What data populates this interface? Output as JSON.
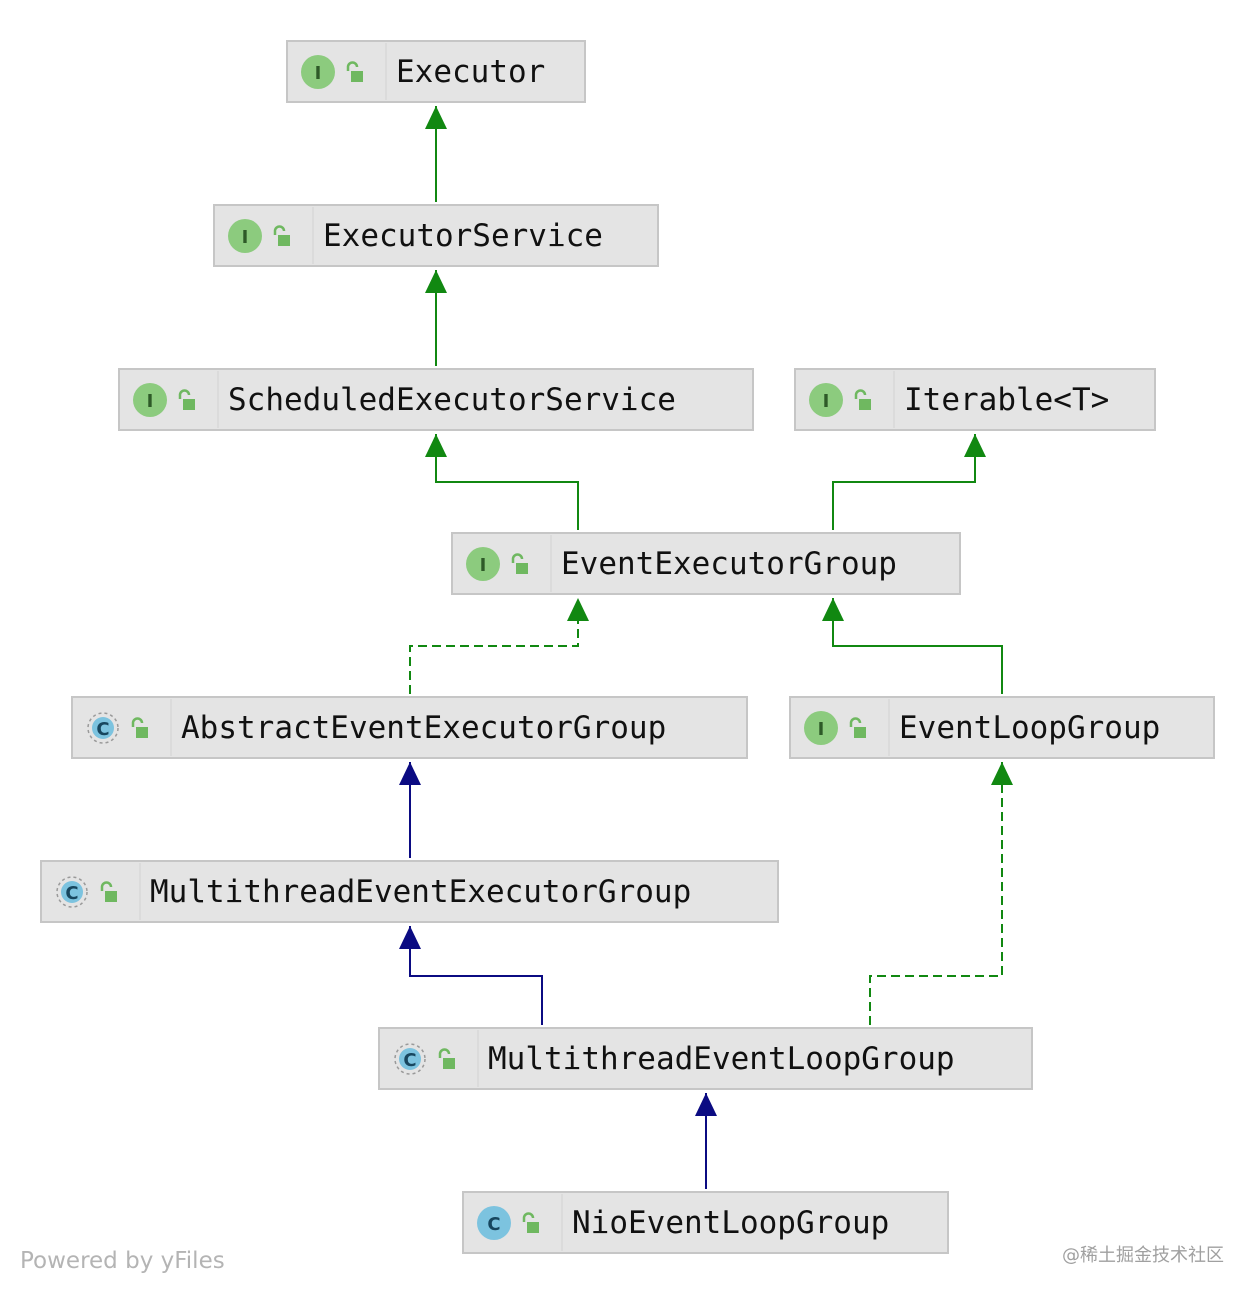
{
  "diagram": {
    "nodes": [
      {
        "id": "executor",
        "label": "Executor",
        "kind": "interface"
      },
      {
        "id": "executor_service",
        "label": "ExecutorService",
        "kind": "interface"
      },
      {
        "id": "scheduled_executor_service",
        "label": "ScheduledExecutorService",
        "kind": "interface"
      },
      {
        "id": "iterable",
        "label": "Iterable<T>",
        "kind": "interface"
      },
      {
        "id": "event_executor_group",
        "label": "EventExecutorGroup",
        "kind": "interface"
      },
      {
        "id": "abstract_event_executor_group",
        "label": "AbstractEventExecutorGroup",
        "kind": "abstract-class"
      },
      {
        "id": "event_loop_group",
        "label": "EventLoopGroup",
        "kind": "interface"
      },
      {
        "id": "multithread_event_executor_group",
        "label": "MultithreadEventExecutorGroup",
        "kind": "abstract-class"
      },
      {
        "id": "multithread_event_loop_group",
        "label": "MultithreadEventLoopGroup",
        "kind": "abstract-class"
      },
      {
        "id": "nio_event_loop_group",
        "label": "NioEventLoopGroup",
        "kind": "class"
      }
    ],
    "edges": [
      {
        "from": "executor_service",
        "to": "executor",
        "relation": "interface-extends"
      },
      {
        "from": "scheduled_executor_service",
        "to": "executor_service",
        "relation": "interface-extends"
      },
      {
        "from": "event_executor_group",
        "to": "scheduled_executor_service",
        "relation": "interface-extends"
      },
      {
        "from": "event_executor_group",
        "to": "iterable",
        "relation": "interface-extends"
      },
      {
        "from": "abstract_event_executor_group",
        "to": "event_executor_group",
        "relation": "implements"
      },
      {
        "from": "event_loop_group",
        "to": "event_executor_group",
        "relation": "interface-extends"
      },
      {
        "from": "multithread_event_executor_group",
        "to": "abstract_event_executor_group",
        "relation": "class-extends"
      },
      {
        "from": "multithread_event_loop_group",
        "to": "multithread_event_executor_group",
        "relation": "class-extends"
      },
      {
        "from": "multithread_event_loop_group",
        "to": "event_loop_group",
        "relation": "implements"
      },
      {
        "from": "nio_event_loop_group",
        "to": "multithread_event_loop_group",
        "relation": "class-extends"
      }
    ],
    "icons": {
      "interface_letter": "I",
      "class_letter": "C",
      "visibility_icon": "unlocked-padlock-icon"
    },
    "colors": {
      "interface_relation": "#118811",
      "class_relation": "#0b0b82",
      "interface_badge": "#8ccb7e",
      "class_badge": "#7cc3df",
      "node_fill": "#e4e4e4",
      "node_border": "#c6c6c6"
    }
  },
  "footer": {
    "powered_by": "Powered by yFiles",
    "watermark": "@稀土掘金技术社区"
  }
}
